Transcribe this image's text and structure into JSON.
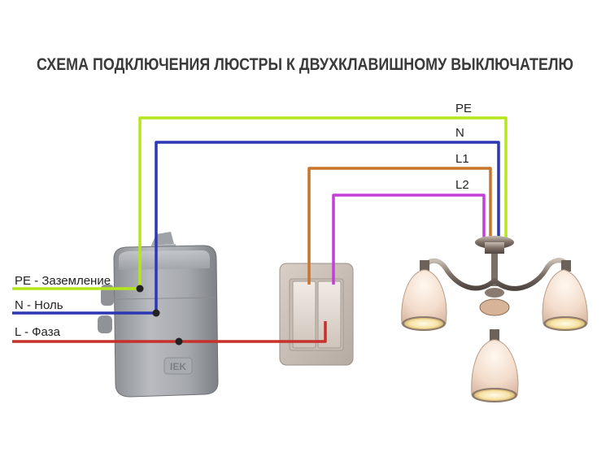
{
  "title": "СХЕМА ПОДКЛЮЧЕНИЯ ЛЮСТРЫ К ДВУХКЛАВИШНОМУ ВЫКЛЮЧАТЕЛЮ",
  "wires": {
    "pe": {
      "label": "PE",
      "color": "#b5e61d"
    },
    "n": {
      "label": "N",
      "color": "#2b37b3"
    },
    "l1": {
      "label": "L1",
      "color": "#c8742a"
    },
    "l2": {
      "label": "L2",
      "color": "#c43fd6"
    },
    "l": {
      "color": "#c8312b"
    }
  },
  "inputs": {
    "pe": "PE - Заземление",
    "n": "N - Ноль",
    "l": "L - Фаза"
  },
  "junction_box": {
    "brand": "IEK"
  }
}
